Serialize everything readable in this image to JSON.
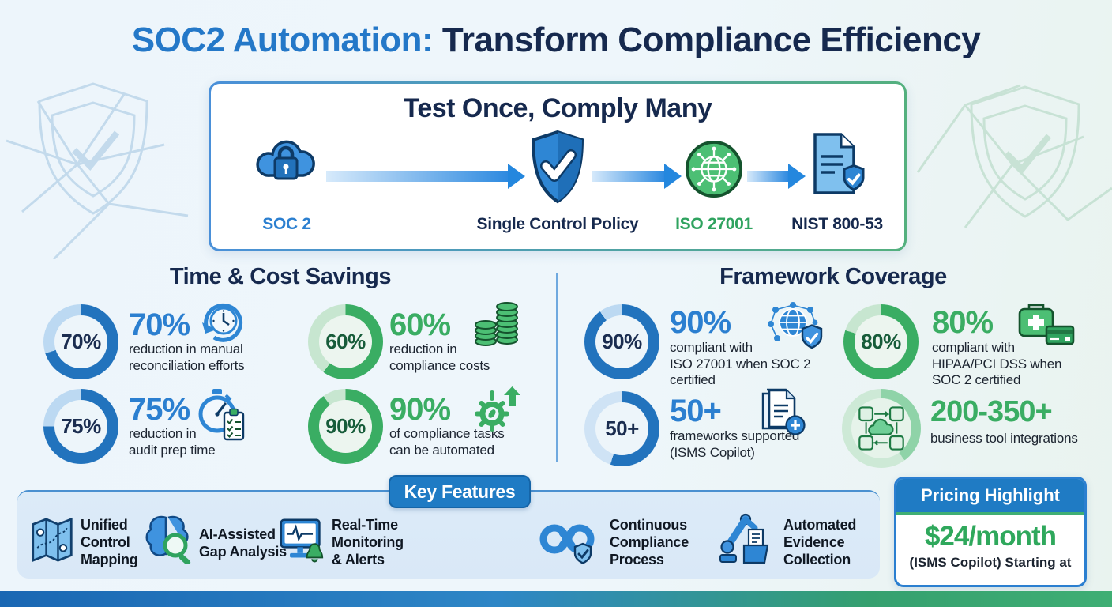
{
  "title": {
    "highlight": "SOC2 Automation:",
    "rest": " Transform Compliance Efficiency"
  },
  "hero": {
    "title": "Test Once, Comply Many",
    "nodes": [
      {
        "label": "SOC 2",
        "icon": "cloud-lock-icon",
        "label_color": "#2b7fd0"
      },
      {
        "label": "Single Control Policy",
        "icon": "shield-check-icon",
        "label_color": "#16294e"
      },
      {
        "label": "ISO 27001",
        "icon": "globe-network-icon",
        "label_color": "#2fa35f"
      },
      {
        "label": "NIST 800-53",
        "icon": "document-shield-icon",
        "label_color": "#16294e"
      }
    ]
  },
  "sections": {
    "left": {
      "title": "Time & Cost Savings",
      "stats": [
        {
          "value": "70%",
          "pct": 70,
          "color": "#2273bd",
          "track": "#bcd9f2",
          "desc": "reduction in manual\nreconciliation efforts",
          "icon": "clock-rotate-icon"
        },
        {
          "value": "60%",
          "pct": 60,
          "color": "#3aad63",
          "track": "#c7e6d0",
          "desc": "reduction in\ncompliance costs",
          "icon": "coins-stack-icon"
        },
        {
          "value": "75%",
          "pct": 75,
          "color": "#2273bd",
          "track": "#bcd9f2",
          "desc": "reduction in\naudit prep time",
          "icon": "stopwatch-checklist-icon"
        },
        {
          "value": "90%",
          "pct": 90,
          "color": "#3aad63",
          "track": "#c7e6d0",
          "desc": "of compliance tasks\ncan be automated",
          "icon": "gear-automation-icon"
        }
      ]
    },
    "right": {
      "title": "Framework Coverage",
      "stats": [
        {
          "value": "90%",
          "pct": 90,
          "color": "#2273bd",
          "track": "#bcd9f2",
          "desc": "compliant with\nISO 27001 when SOC 2\ncertified",
          "icon": "globe-shield-network-icon"
        },
        {
          "value": "80%",
          "pct": 80,
          "color": "#3aad63",
          "track": "#c7e6d0",
          "desc": "compliant with\nHIPAA/PCI DSS when\nSOC 2 certified",
          "icon": "medkit-card-icon"
        },
        {
          "value": "50+",
          "pct": 55,
          "color": "#2273bd",
          "track": "#cfe3f5",
          "desc": "frameworks supported\n(ISMS Copilot)",
          "icon": "documents-plus-icon"
        },
        {
          "value": "200-350+",
          "pct": 40,
          "color": "#8fd3a8",
          "track": "#cde9d6",
          "desc": "business tool integrations",
          "icon": "integrations-cloud-icon"
        }
      ]
    }
  },
  "features": {
    "badge": "Key Features",
    "items": [
      {
        "label": "Unified\nControl\nMapping",
        "icon": "map-pins-icon"
      },
      {
        "label": "AI-Assisted\nGap Analysis",
        "icon": "brain-magnifier-icon"
      },
      {
        "label": "Real-Time\nMonitoring\n& Alerts",
        "icon": "monitor-alert-icon"
      },
      {
        "label": "Continuous\nCompliance\nProcess",
        "icon": "infinity-shield-icon"
      },
      {
        "label": "Automated\nEvidence\nCollection",
        "icon": "robot-arm-icon"
      }
    ]
  },
  "pricing": {
    "header": "Pricing Highlight",
    "price": "$24/month",
    "note": "(ISMS Copilot) Starting at"
  },
  "colors": {
    "blue": "#2b7fd0",
    "green": "#3aad63",
    "navy": "#16294e",
    "panel": "#dcebf8",
    "bar_gradient": [
      "#1a67b3",
      "#3fae74"
    ]
  }
}
